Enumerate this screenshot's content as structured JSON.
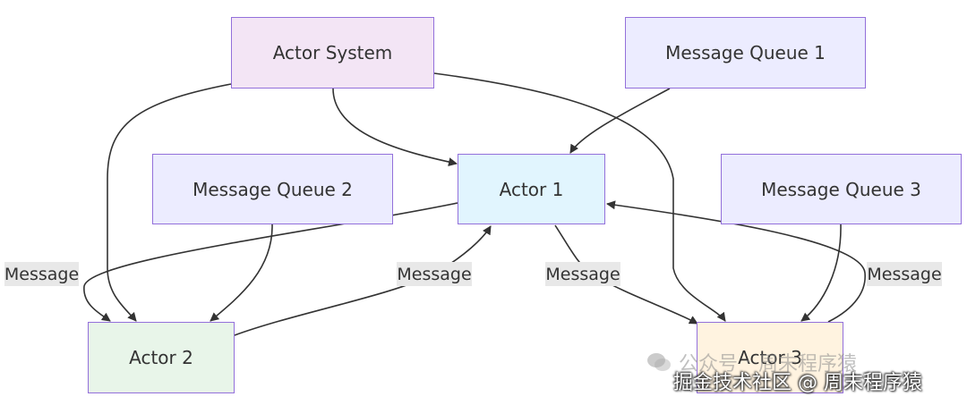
{
  "colors": {
    "node_border": "#9370db",
    "edge": "#333333",
    "label_bg": "#e8e8e8",
    "actor_system_fill": "#f3e5f5",
    "queue_fill": "#ececff",
    "actor1_fill": "#e1f5fe",
    "actor2_fill": "#e8f5e9",
    "actor3_fill": "#fff3e0"
  },
  "nodes": {
    "actor_system": "Actor System",
    "message_queue_1": "Message Queue 1",
    "message_queue_2": "Message Queue 2",
    "message_queue_3": "Message Queue 3",
    "actor_1": "Actor 1",
    "actor_2": "Actor 2",
    "actor_3": "Actor 3"
  },
  "edges": [
    {
      "from": "Actor System",
      "to": "Actor 1",
      "label": ""
    },
    {
      "from": "Actor System",
      "to": "Actor 2",
      "label": ""
    },
    {
      "from": "Actor System",
      "to": "Actor 3",
      "label": ""
    },
    {
      "from": "Message Queue 1",
      "to": "Actor 1",
      "label": ""
    },
    {
      "from": "Message Queue 2",
      "to": "Actor 2",
      "label": ""
    },
    {
      "from": "Message Queue 3",
      "to": "Actor 3",
      "label": ""
    },
    {
      "from": "Actor 1",
      "to": "Actor 2",
      "label": "Message"
    },
    {
      "from": "Actor 2",
      "to": "Actor 1",
      "label": "Message"
    },
    {
      "from": "Actor 1",
      "to": "Actor 3",
      "label": "Message"
    },
    {
      "from": "Actor 3",
      "to": "Actor 1",
      "label": "Message"
    }
  ],
  "watermark": {
    "faint_prefix": "公众号",
    "faint_sep": "·",
    "faint_name": "周末程序猿",
    "main": "掘金技术社区 @ 周末程序猿",
    "icon": "wechat-icon"
  }
}
